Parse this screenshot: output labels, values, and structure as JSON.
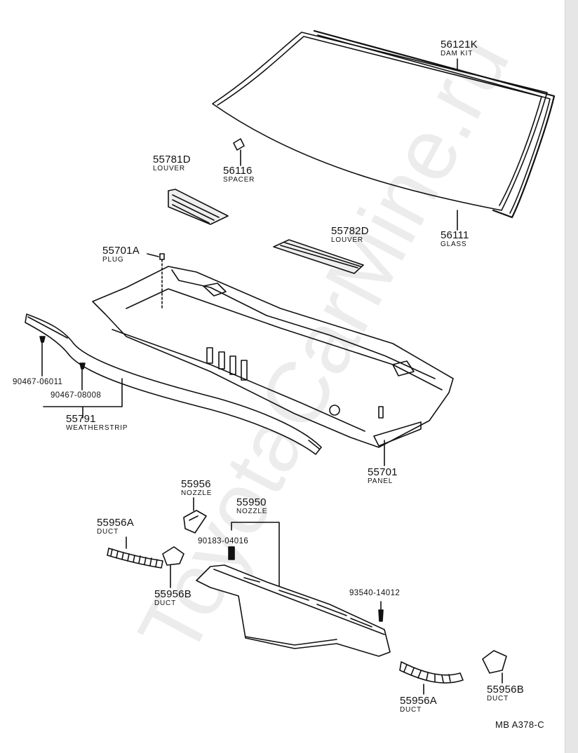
{
  "watermark": "ToyotaCarMine.ru",
  "diagram_code": "MB  A378-C",
  "parts": [
    {
      "id": "p56121K",
      "number": "56121K",
      "name": "DAM KIT"
    },
    {
      "id": "p56111",
      "number": "56111",
      "name": "GLASS"
    },
    {
      "id": "p56116",
      "number": "56116",
      "name": "SPACER"
    },
    {
      "id": "p55781D",
      "number": "55781D",
      "name": "LOUVER"
    },
    {
      "id": "p55782D",
      "number": "55782D",
      "name": "LOUVER"
    },
    {
      "id": "p55701A",
      "number": "55701A",
      "name": "PLUG"
    },
    {
      "id": "p55701",
      "number": "55701",
      "name": "PANEL"
    },
    {
      "id": "p55791",
      "number": "55791",
      "name": "WEATHERSTRIP"
    },
    {
      "id": "p90467a",
      "number": "90467-06011",
      "name": ""
    },
    {
      "id": "p90467b",
      "number": "90467-08008",
      "name": ""
    },
    {
      "id": "p55956",
      "number": "55956",
      "name": "NOZZLE"
    },
    {
      "id": "p55950",
      "number": "55950",
      "name": "NOZZLE"
    },
    {
      "id": "p90183",
      "number": "90183-04016",
      "name": ""
    },
    {
      "id": "p55956A_1",
      "number": "55956A",
      "name": "DUCT"
    },
    {
      "id": "p55956B_1",
      "number": "55956B",
      "name": "DUCT"
    },
    {
      "id": "p93540",
      "number": "93540-14012",
      "name": ""
    },
    {
      "id": "p55956A_2",
      "number": "55956A",
      "name": "DUCT"
    },
    {
      "id": "p55956B_2",
      "number": "55956B",
      "name": "DUCT"
    }
  ]
}
